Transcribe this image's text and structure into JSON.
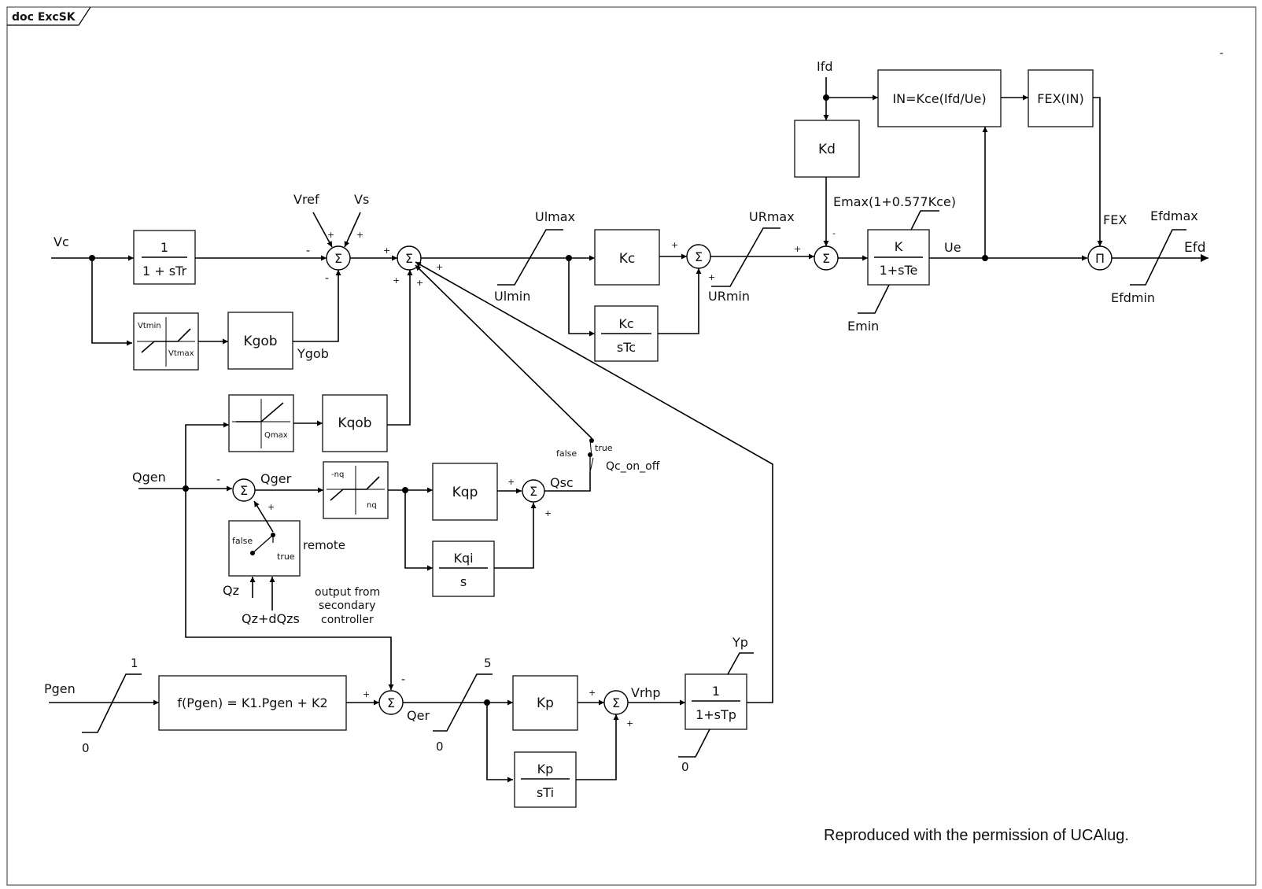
{
  "frame_title": "doc ExcSK",
  "credit": "Reproduced with the permission of UCAlug.",
  "stray_mark": "-",
  "sum_symbol": "Σ",
  "prod_symbol": "Π",
  "signals": {
    "vc": "Vc",
    "vref": "Vref",
    "vs": "Vs",
    "ygob": "Ygob",
    "ulmax": "Ulmax",
    "ulmin": "Ulmin",
    "urmax": "URmax",
    "urmin": "URmin",
    "ifd": "Ifd",
    "emax": "Emax(1+0.577Kce)",
    "emin": "Emin",
    "ue": "Ue",
    "fex": "FEX",
    "efdmax": "Efdmax",
    "efdmin": "Efdmin",
    "efd": "Efd",
    "qgen": "Qgen",
    "qger": "Qger",
    "qsc": "Qsc",
    "qc_on_off": "Qc_on_off",
    "remote": "remote",
    "qz": "Qz",
    "qz_dqzs": "Qz+dQzs",
    "output_note": [
      "output from",
      "secondary",
      "controller"
    ],
    "pgen": "Pgen",
    "qer": "Qer",
    "vrhp": "Vrhp",
    "yp": "Yp",
    "pgen_hi": "1",
    "pgen_lo": "0",
    "qer_hi": "5",
    "qer_lo": "0",
    "yp_lo": "0"
  },
  "blocks": {
    "tr_num": "1",
    "tr_den": "1 +  sTr",
    "deadband_hi": "Vtmin",
    "deadband_lo": "Vtmax",
    "kgob": "Kgob",
    "kqob": "Kqob",
    "qmax": "Qmax",
    "nq_hi": "-nq",
    "nq_lo": "nq",
    "kqp": "Kqp",
    "kqi_num": "Kqi",
    "kqi_den": "s",
    "kc": "Kc",
    "kc_i_num": "Kc",
    "kc_i_den": "sTc",
    "kd": "Kd",
    "in_func": "IN=Kce(Ifd/Ue)",
    "fex_func": "FEX(IN)",
    "te_num": "K",
    "te_den": "1+sTe",
    "fpgen": "f(Pgen) = K1.Pgen + K2",
    "kp": "Kp",
    "kp_i_num": "Kp",
    "kp_i_den": "sTi",
    "tp_num": "1",
    "tp_den": "1+sTp"
  },
  "switches": {
    "false_label": "false",
    "true_label": "true"
  },
  "signs": {
    "plus": "+",
    "minus": "-"
  }
}
